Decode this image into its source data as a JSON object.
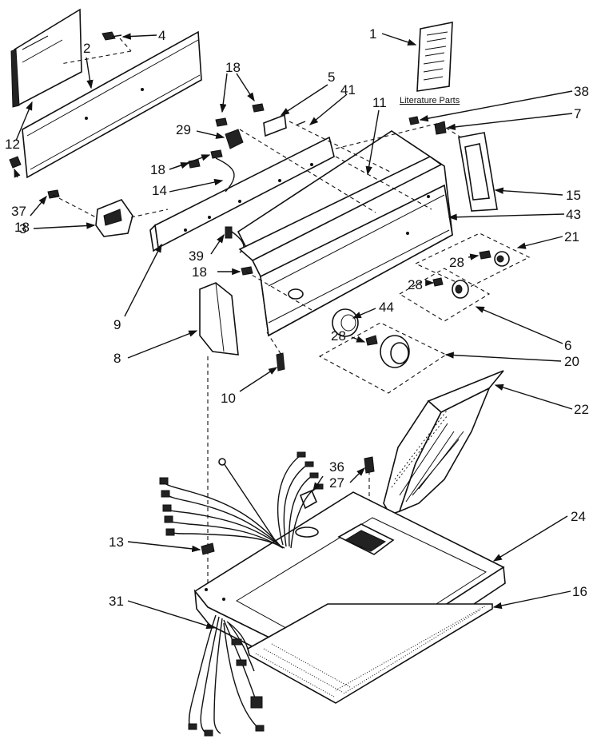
{
  "literature_parts_label": "Literature Parts",
  "callouts": [
    "1",
    "2",
    "3",
    "4",
    "5",
    "6",
    "7",
    "8",
    "9",
    "10",
    "11",
    "12",
    "13",
    "14",
    "15",
    "16",
    "18",
    "18",
    "18",
    "18",
    "18",
    "20",
    "21",
    "22",
    "24",
    "27",
    "28",
    "28",
    "28",
    "29",
    "31",
    "36",
    "37",
    "38",
    "39",
    "41",
    "43",
    "44"
  ]
}
